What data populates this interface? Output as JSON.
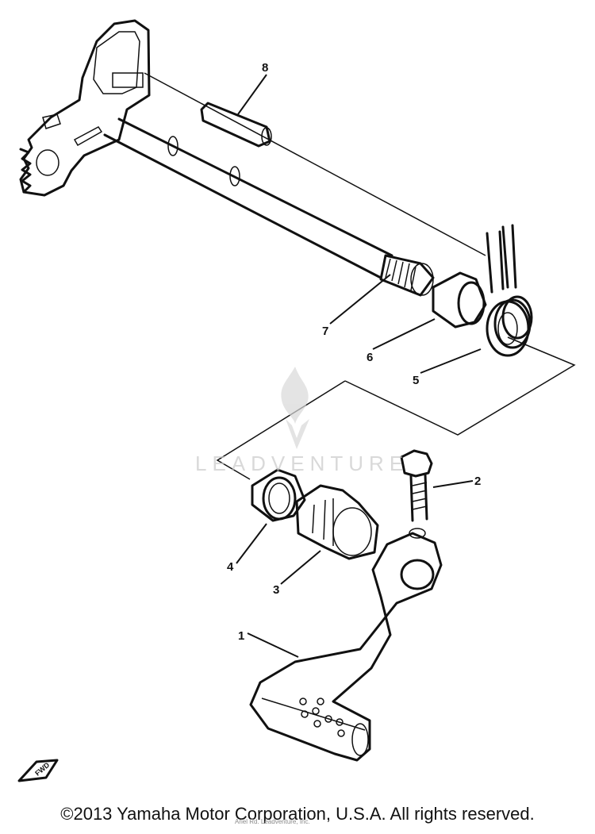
{
  "callouts": {
    "c1": "1",
    "c2": "2",
    "c3": "3",
    "c4": "4",
    "c5": "5",
    "c6": "6",
    "c7": "7",
    "c8": "8"
  },
  "watermark": {
    "text": "LEADVENTURE"
  },
  "fwd_badge": {
    "text": "FWD",
    "icon": "forward-arrow-icon"
  },
  "copyright": "©2013 Yamaha Motor Corporation, U.S.A. All rights reserved.",
  "faint_credit": "Ariel Rd. Leadventure, Inc."
}
